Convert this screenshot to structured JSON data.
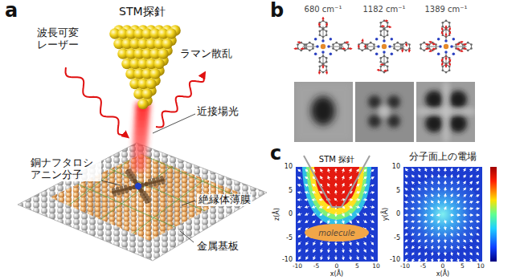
{
  "diagram": {
    "nodes": [
      {
        "text": [
          "molecule"
        ]
      }
    ],
    "labels": [
      "a",
      "STM探針",
      "波長可変 レーザー",
      "ラマン散乱",
      "近接場光",
      "銅ナフタロシ アニン分子",
      "絶縁体薄膜",
      "金属基板",
      "b",
      "680 cm⁻¹",
      "1182 cm⁻¹",
      "1389 cm⁻¹",
      "c",
      "STM 探針",
      "分子面上の電場",
      "10",
      "5",
      "0",
      "-5",
      "-10",
      "z(Å)",
      "-10",
      "-5",
      "0",
      "5",
      "10",
      "x(Å)",
      "10",
      "5",
      "0",
      "-5",
      "-10",
      "y(Å)",
      "-10",
      "-5",
      "0",
      "5",
      "10",
      "x(Å)"
    ]
  }
}
